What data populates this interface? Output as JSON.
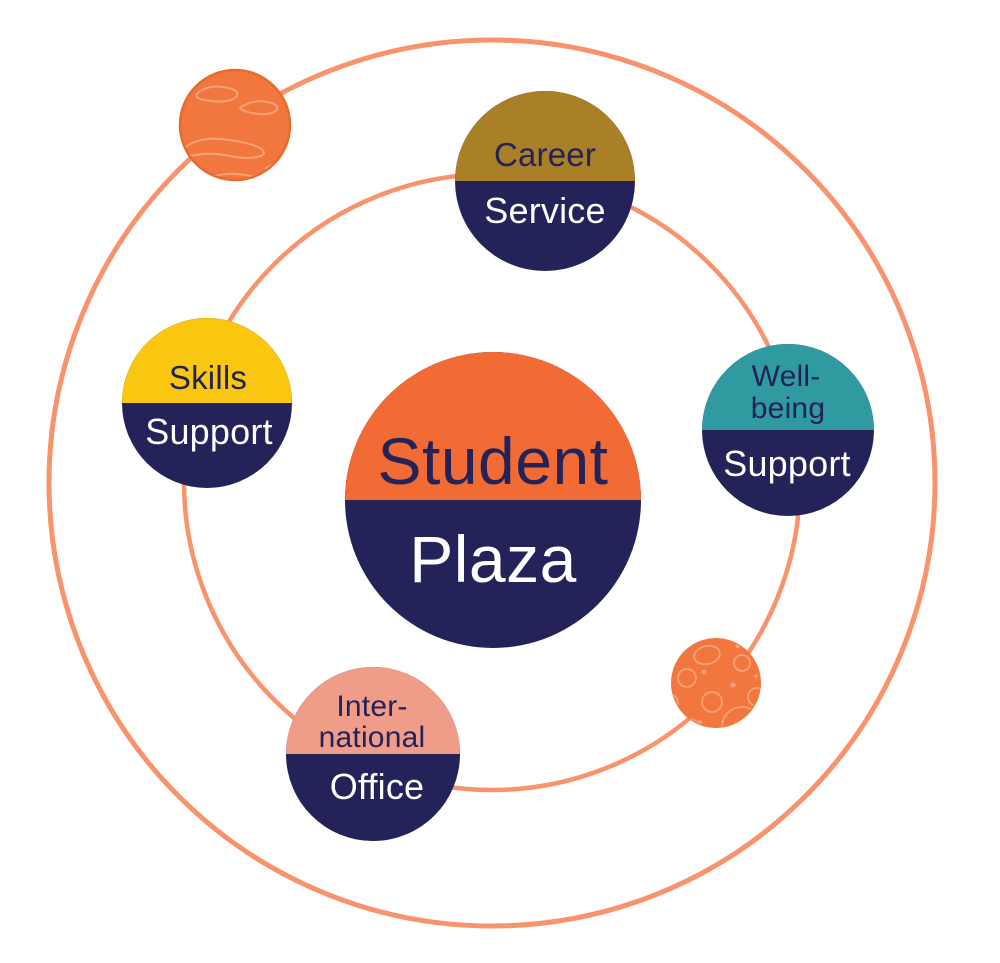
{
  "diagram": {
    "name": "Student Plaza orbit diagram",
    "center": {
      "line1": "Student",
      "line2": "Plaza"
    },
    "satellites": {
      "career": {
        "top": "Career",
        "bottom": "Service"
      },
      "wellbeing": {
        "top1": "Well-",
        "top2": "being",
        "bottom": "Support"
      },
      "skills": {
        "top": "Skills",
        "bottom": "Support"
      },
      "international": {
        "top1": "Inter-",
        "top2": "national",
        "bottom": "Office"
      }
    },
    "icons": {
      "planet_swirls": "planet-with-cloud-bands-icon",
      "planet_craters": "planet-with-craters-icon"
    }
  },
  "colors": {
    "background": "#ffffff",
    "navy": "#232259",
    "orange": "#F26B35",
    "gold": "#A97F28",
    "teal": "#2F9AA0",
    "yellow": "#F9C70F",
    "pink": "#EF9C88",
    "white": "#FFFFFF",
    "orbit": "#F8936B",
    "planet_fill": "#F2773F",
    "planet_outline": "#E96A2F",
    "planet_detail": "#F7A176"
  }
}
